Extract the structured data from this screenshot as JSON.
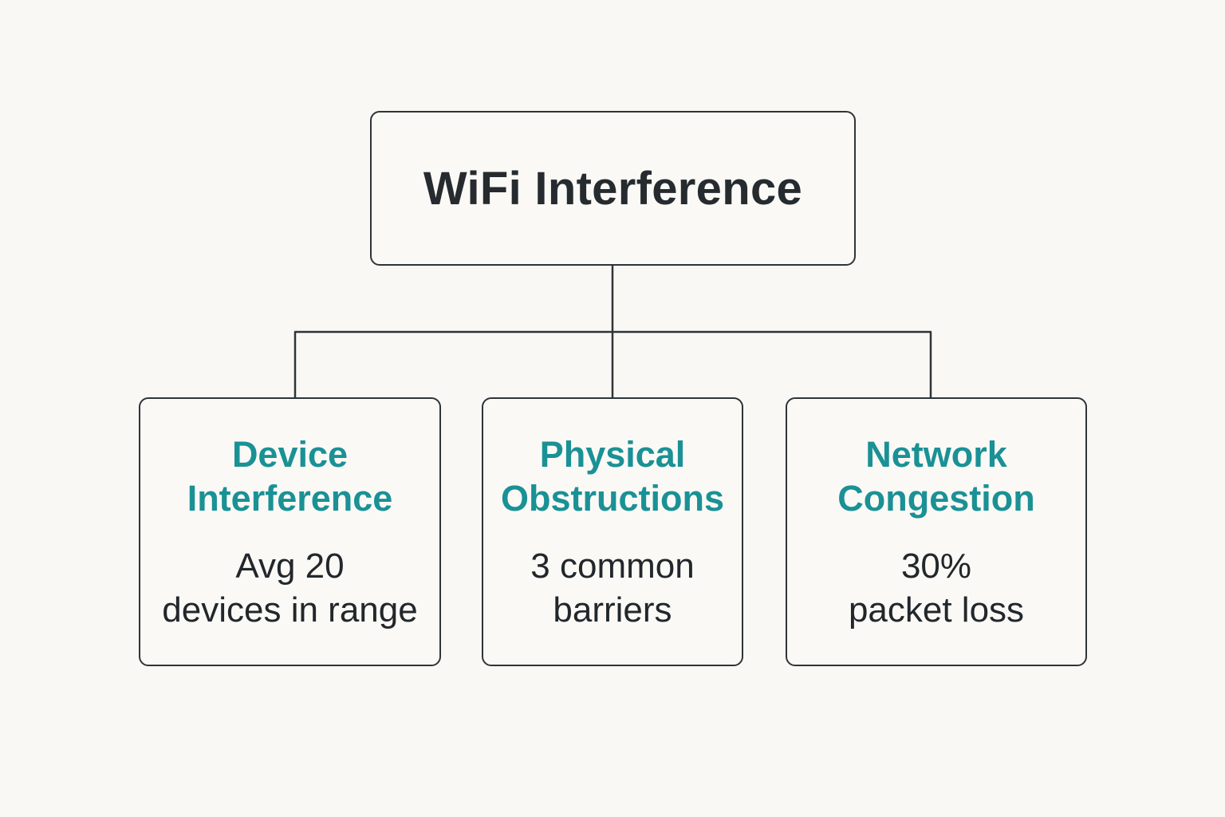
{
  "diagram": {
    "root": {
      "title": "WiFi Interference"
    },
    "children": [
      {
        "title_line1": "Device",
        "title_line2": "Interference",
        "stat_line1": "Avg 20",
        "stat_line2": "devices in range"
      },
      {
        "title_line1": "Physical",
        "title_line2": "Obstructions",
        "stat_line1": "3 common",
        "stat_line2": "barriers"
      },
      {
        "title_line1": "Network",
        "title_line2": "Congestion",
        "stat_line1": "30%",
        "stat_line2": "packet loss"
      }
    ]
  },
  "colors": {
    "background": "#f9f8f5",
    "border": "#2f3437",
    "accent": "#1a9195",
    "text": "#22272b"
  }
}
